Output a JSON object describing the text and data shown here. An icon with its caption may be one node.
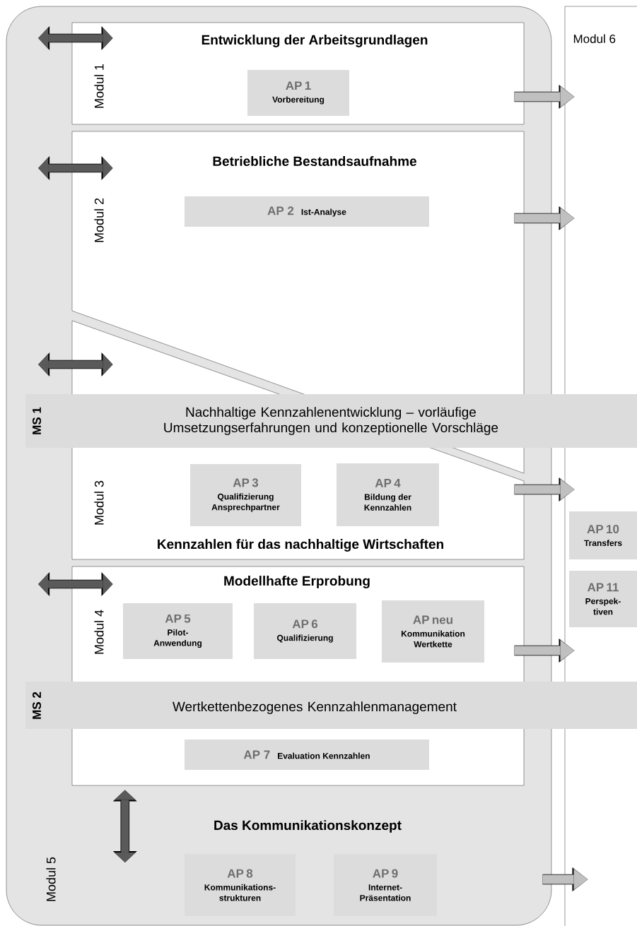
{
  "diagram": {
    "nodes": [
      {
        "text": [
          "Modul 5",
          "Das Kommunikationskonzept"
        ]
      },
      {
        "text": [
          "Modul 6"
        ]
      },
      {
        "text": [
          "Modul 1",
          "Entwicklung der Arbeitsgrundlagen"
        ],
        "in": 0
      },
      {
        "text": [
          "AP 1",
          "Vorbereitung"
        ],
        "in": 2
      },
      {
        "text": [
          "Modul 2",
          "Betriebliche Bestandsaufnahme"
        ],
        "in": 0
      },
      {
        "text": [
          "AP 2",
          "Ist-Analyse"
        ],
        "in": 4
      },
      {
        "text": [
          "Modul 3",
          "Kennzahlen für das nachhaltige Wirtschaften"
        ],
        "in": 0
      },
      {
        "text": [
          "AP 3",
          "Qualifizierung Ansprechpartner"
        ],
        "in": 6
      },
      {
        "text": [
          "AP 4",
          "Bildung der Kennzahlen"
        ],
        "in": 6
      },
      {
        "text": [
          "MS 1",
          "Nachhaltige Kennzahlenentwicklung – vorläufige Umsetzungserfahrungen und konzeptionelle Vorschläge"
        ]
      },
      {
        "text": [
          "Modul 4",
          "Modellhafte Erprobung"
        ],
        "in": 0
      },
      {
        "text": [
          "AP 5",
          "Pilot- Anwendung"
        ],
        "in": 10
      },
      {
        "text": [
          "AP 6",
          "Qualifizierung"
        ],
        "in": 10
      },
      {
        "text": [
          "AP neu",
          "Kommunikation Wertkette"
        ],
        "in": 10
      },
      {
        "text": [
          "MS 2",
          "Wertkettenbezogenes Kennzahlenmanagement"
        ]
      },
      {
        "text": [
          "AP 7",
          "Evaluation Kennzahlen"
        ],
        "in": 10
      },
      {
        "text": [
          "AP 8",
          "Kommunikations- strukturen"
        ],
        "in": 0
      },
      {
        "text": [
          "AP 9",
          "Internet- Präsentation"
        ],
        "in": 0
      },
      {
        "text": [
          "AP 10",
          "Transfers"
        ],
        "in": 1
      },
      {
        "text": [
          "AP 11",
          "Perspek- tiven"
        ],
        "in": 1
      }
    ],
    "edges": [
      {
        "from": null,
        "to": 2,
        "arrow": "both",
        "color": "#5a5a5a"
      },
      {
        "from": null,
        "to": 4,
        "arrow": "both",
        "color": "#5a5a5a"
      },
      {
        "from": null,
        "to": 6,
        "arrow": "both",
        "color": "#5a5a5a"
      },
      {
        "from": null,
        "to": 10,
        "arrow": "both",
        "color": "#5a5a5a"
      },
      {
        "from": 10,
        "to": null,
        "arrow": "both",
        "color": "#5a5a5a"
      },
      {
        "from": 2,
        "to": 1,
        "arrow": "to",
        "color": "#c0c0c0"
      },
      {
        "from": 4,
        "to": 1,
        "arrow": "to",
        "color": "#c0c0c0"
      },
      {
        "from": 6,
        "to": 1,
        "arrow": "to",
        "color": "#c0c0c0"
      },
      {
        "from": 10,
        "to": 1,
        "arrow": "to",
        "color": "#c0c0c0"
      },
      {
        "from": 0,
        "to": 1,
        "arrow": "to",
        "color": "#c0c0c0"
      }
    ]
  }
}
